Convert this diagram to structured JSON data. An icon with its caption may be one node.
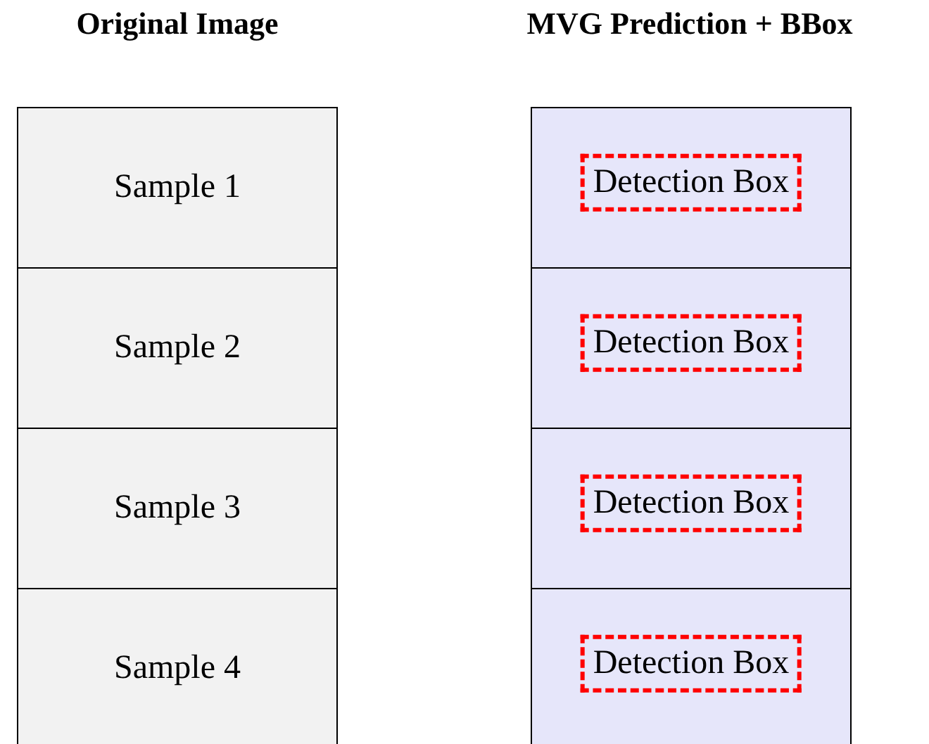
{
  "diagram": {
    "nodes": [
      {
        "text": [
          "Sample 1"
        ]
      },
      {
        "text": [],
        "shape": "box"
      },
      {
        "text": [
          "Detection Box"
        ],
        "in": 1
      },
      {
        "text": [
          "Sample 2"
        ]
      },
      {
        "text": [],
        "shape": "box"
      },
      {
        "text": [
          "Detection Box"
        ],
        "in": 4
      },
      {
        "text": [
          "Sample 3"
        ]
      },
      {
        "text": [],
        "shape": "box"
      },
      {
        "text": [
          "Detection Box"
        ],
        "in": 7
      },
      {
        "text": [
          "Sample 4"
        ]
      },
      {
        "text": [],
        "shape": "box"
      },
      {
        "text": [
          "Detection Box"
        ],
        "in": 10
      }
    ],
    "labels": [
      "Original Image",
      "MVG Prediction + BBox"
    ]
  }
}
